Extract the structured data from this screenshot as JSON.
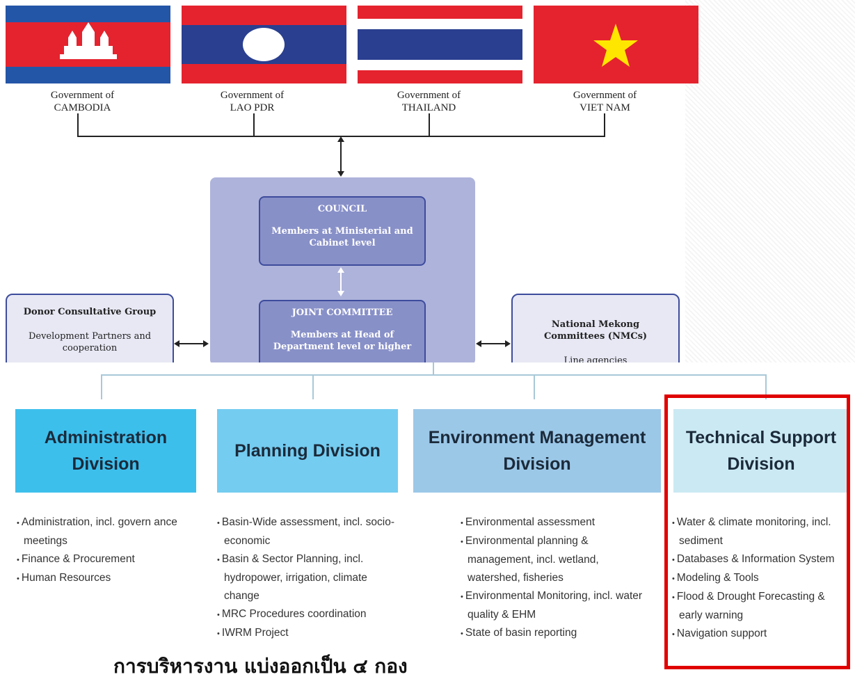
{
  "governments": [
    {
      "prefix": "Government of",
      "country": "CAMBODIA"
    },
    {
      "prefix": "Government of",
      "country": "LAO PDR"
    },
    {
      "prefix": "Government of",
      "country": "THAILAND"
    },
    {
      "prefix": "Government of",
      "country": "VIET NAM"
    }
  ],
  "council": {
    "title": "COUNCIL",
    "desc": "Members at Ministerial and Cabinet level"
  },
  "joint_committee": {
    "title": "JOINT COMMITTEE",
    "desc": "Members at Head of Department level or higher"
  },
  "donor_group": {
    "title": "Donor Consultative Group",
    "desc": "Development Partners and cooperation"
  },
  "nmc": {
    "title": "National Mekong Committees (NMCs)",
    "desc": "Line agencies"
  },
  "divisions": [
    {
      "name": "Administration Division",
      "color": "#3dbfec",
      "items": [
        "Administration, incl. govern ance meetings",
        "Finance & Procurement",
        "Human Resources"
      ]
    },
    {
      "name": "Planning Division",
      "color": "#74ccf0",
      "items": [
        "Basin-Wide assessment, incl. socio-economic",
        "Basin & Sector Planning, incl. hydropower,  irrigation, climate change",
        "MRC Procedures coordination",
        "IWRM Project"
      ]
    },
    {
      "name": "Environment Management Division",
      "color": "#9cc8e8",
      "items": [
        "Environmental assessment",
        "Environmental planning & management, incl. wetland, watershed, fisheries",
        "Environmental Monitoring, incl. water quality & EHM",
        "State of basin reporting"
      ]
    },
    {
      "name": "Technical Support Division",
      "color": "#cbe9f3",
      "items": [
        "Water & climate monitoring, incl. sediment",
        "Databases & Information System",
        "Modeling & Tools",
        "Flood & Drought Forecasting & early warning",
        "Navigation support"
      ]
    }
  ],
  "caption": "การบริหารงาน แบ่งออกเป็น ๔ กอง",
  "highlight_color": "#e00000"
}
